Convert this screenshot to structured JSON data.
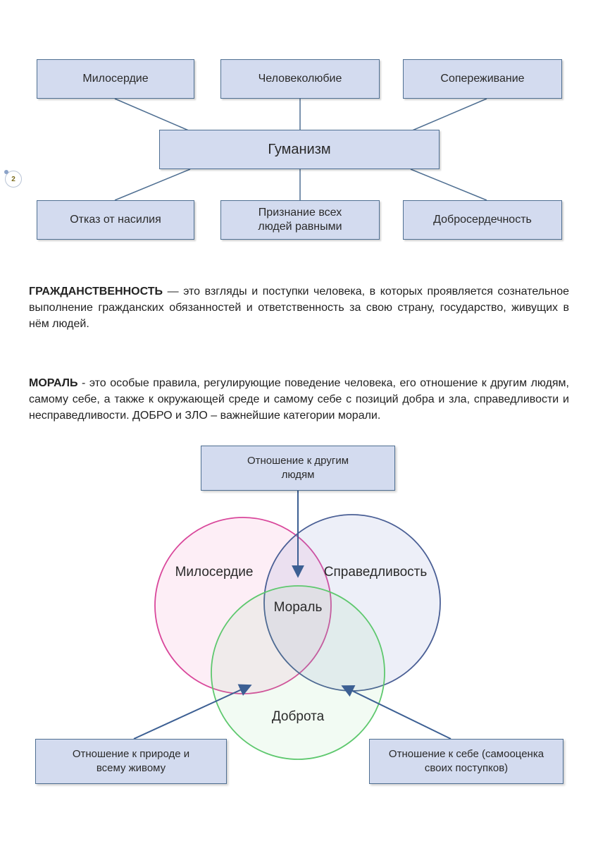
{
  "page_number": "2",
  "humanism": {
    "center": "Гуманизм",
    "top": [
      "Милосердие",
      "Человеколюбие",
      "Сопереживание"
    ],
    "bottom": [
      "Отказ от насилия",
      "Признание всех людей равными",
      "Добросердечность"
    ]
  },
  "citizenship": {
    "term": "ГРАЖДАНСТВЕННОСТЬ",
    "definition": " — это взгляды и поступки человека, в которых проявляется сознательное выполнение гражданских обязанностей и ответственность за свою страну, государство, живущих в нём людей."
  },
  "morality": {
    "term": "МОРАЛЬ",
    "definition": " - это особые правила, регулирующие поведение человека, его отношение к другим людям, самому себе, а также к окружающей среде и самому себе с позиций добра и зла, справедливости и несправедливости. ДОБРО и ЗЛО – важнейшие категории морали."
  },
  "venn": {
    "circles": [
      "Милосердие",
      "Справедливость",
      "Доброта"
    ],
    "center": "Мораль",
    "boxes": {
      "top": "Отношение к другим людям",
      "left": "Отношение к природе и всему живому",
      "right": "Отношение к себе (самооценка своих поступков)"
    },
    "colors": {
      "mercy": "#d9479b",
      "justice": "#4a5f95",
      "kindness": "#5ec86e"
    }
  }
}
